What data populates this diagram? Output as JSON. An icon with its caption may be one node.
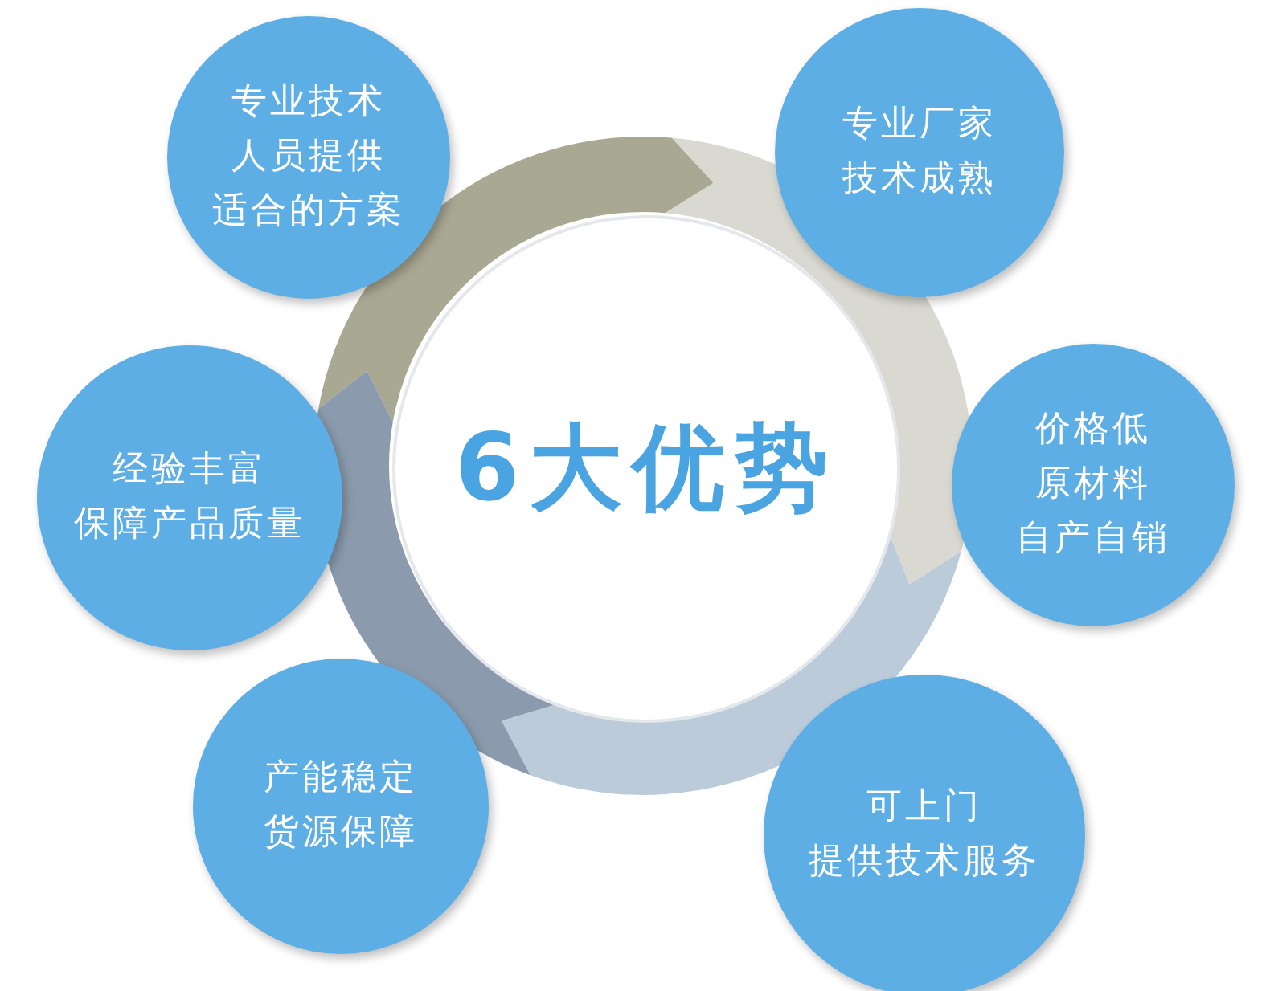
{
  "diagram": {
    "nodes": [
      {
        "text": [
          "专业技术人员提供适合的方案"
        ]
      },
      {
        "text": [
          "专业厂家技术成熟"
        ]
      },
      {
        "text": [
          "6大优势"
        ]
      },
      {
        "text": [
          "经验丰富保障产品质量"
        ]
      },
      {
        "text": [
          "价格低原材料自产自销"
        ]
      },
      {
        "text": [
          "产能稳定货源保障"
        ]
      },
      {
        "text": [
          "可上门提供技术服务"
        ]
      }
    ]
  }
}
